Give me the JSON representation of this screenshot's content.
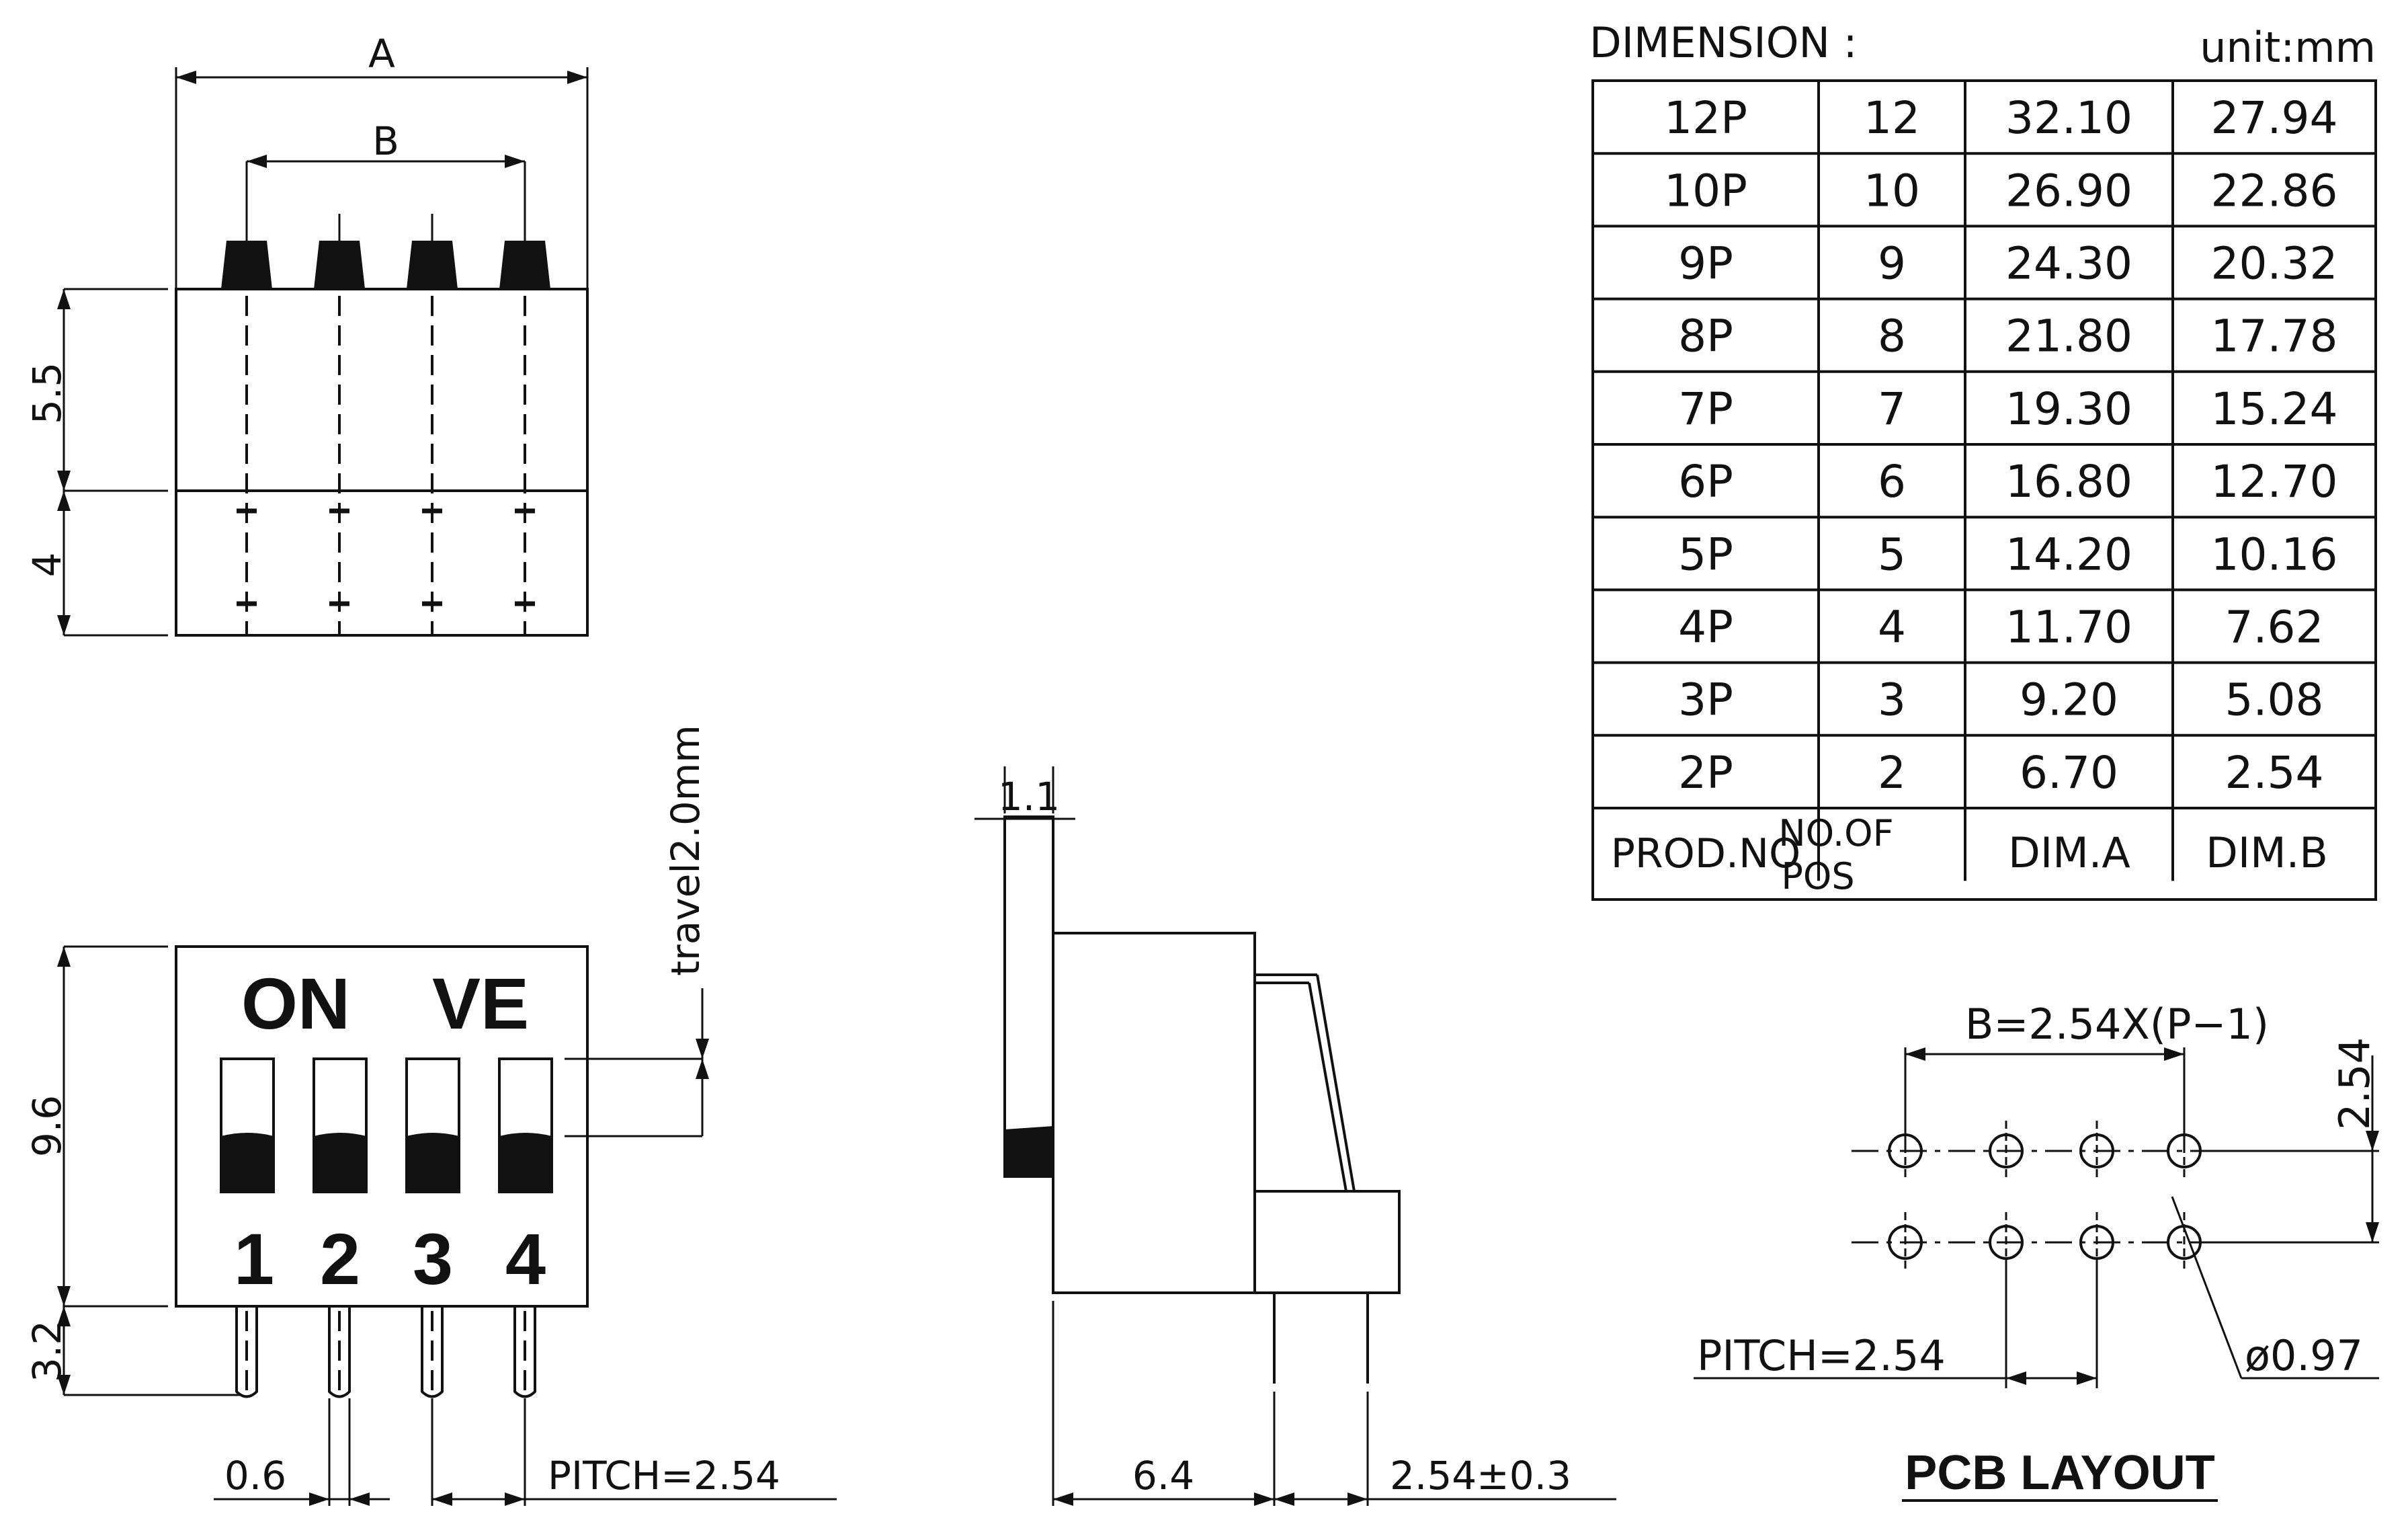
{
  "top_view": {
    "dim_a": "A",
    "dim_b": "B",
    "height_upper": "5.5",
    "height_lower": "4"
  },
  "front_view": {
    "on_label": "ON",
    "ve_label": "VE",
    "travel": "travel2.0mm",
    "height": "9.6",
    "pin_length": "3.2",
    "pin_width": "0.6",
    "pitch": "PITCH=2.54",
    "positions": [
      "1",
      "2",
      "3",
      "4"
    ]
  },
  "side_view": {
    "actuator": "1.1",
    "body_depth": "6.4",
    "pin_spacing": "2.54±0.3"
  },
  "table": {
    "title": "DIMENSION  :",
    "unit": "unit:mm",
    "rows": [
      [
        "12P",
        "12",
        "32.10",
        "27.94"
      ],
      [
        "10P",
        "10",
        "26.90",
        "22.86"
      ],
      [
        "9P",
        "9",
        "24.30",
        "20.32"
      ],
      [
        "8P",
        "8",
        "21.80",
        "17.78"
      ],
      [
        "7P",
        "7",
        "19.30",
        "15.24"
      ],
      [
        "6P",
        "6",
        "16.80",
        "12.70"
      ],
      [
        "5P",
        "5",
        "14.20",
        "10.16"
      ],
      [
        "4P",
        "4",
        "11.70",
        "7.62"
      ],
      [
        "3P",
        "3",
        "9.20",
        "5.08"
      ],
      [
        "2P",
        "2",
        "6.70",
        "2.54"
      ]
    ],
    "header": {
      "prod": "PROD.NO",
      "pos_line1": "NO.OF",
      "pos_line2": "POS",
      "dim_a": "DIM.A",
      "dim_b": "DIM.B"
    }
  },
  "pcb": {
    "formula": "B=2.54X(P−1)",
    "row_pitch": "2.54",
    "pitch": "PITCH=2.54",
    "hole": "ø0.97",
    "title": "PCB LAYOUT"
  }
}
